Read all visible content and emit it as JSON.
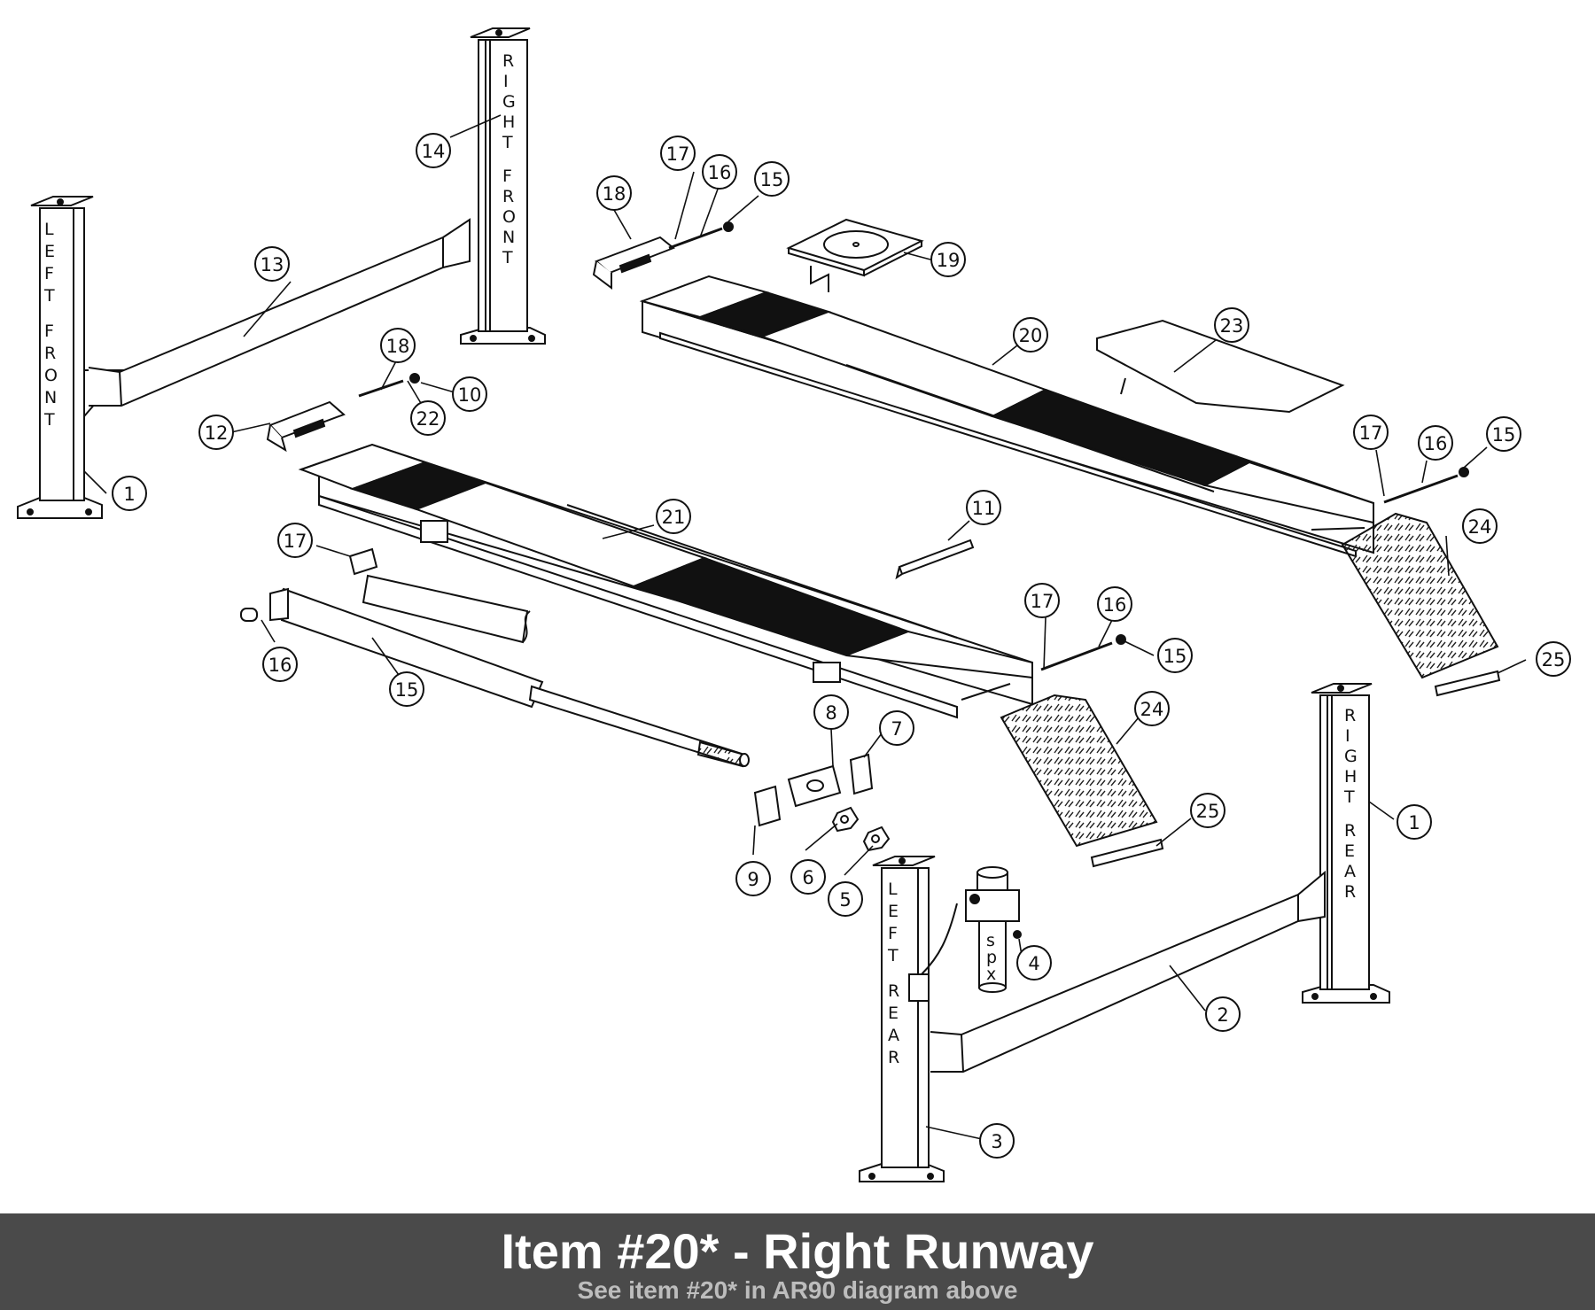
{
  "caption": {
    "title": "Item #20* - Right Runway",
    "subtitle": "See item #20* in AR90 diagram above"
  },
  "post_labels": {
    "left_front": "LEFT FRONT",
    "right_front": "RIGHT FRONT",
    "right_rear": "RIGHT REAR",
    "left_rear": "LEFT REAR",
    "pump_brand": "spx"
  },
  "callouts": [
    {
      "id": "c14",
      "label": "14"
    },
    {
      "id": "c13",
      "label": "13"
    },
    {
      "id": "c1a",
      "label": "1"
    },
    {
      "id": "c17a",
      "label": "17"
    },
    {
      "id": "c16a",
      "label": "16"
    },
    {
      "id": "c15a",
      "label": "15"
    },
    {
      "id": "c18a",
      "label": "18"
    },
    {
      "id": "c19",
      "label": "19"
    },
    {
      "id": "c20",
      "label": "20"
    },
    {
      "id": "c23",
      "label": "23"
    },
    {
      "id": "c17b",
      "label": "17"
    },
    {
      "id": "c16b",
      "label": "16"
    },
    {
      "id": "c15b",
      "label": "15"
    },
    {
      "id": "c18b",
      "label": "18"
    },
    {
      "id": "c22",
      "label": "22"
    },
    {
      "id": "c10",
      "label": "10"
    },
    {
      "id": "c12",
      "label": "12"
    },
    {
      "id": "c21",
      "label": "21"
    },
    {
      "id": "c11",
      "label": "11"
    },
    {
      "id": "c17c",
      "label": "17"
    },
    {
      "id": "c16c",
      "label": "16"
    },
    {
      "id": "c15c",
      "label": "15"
    },
    {
      "id": "c17d",
      "label": "17"
    },
    {
      "id": "c16d",
      "label": "16"
    },
    {
      "id": "c15d",
      "label": "15"
    },
    {
      "id": "c24a",
      "label": "24"
    },
    {
      "id": "c25a",
      "label": "25"
    },
    {
      "id": "c24b",
      "label": "24"
    },
    {
      "id": "c25b",
      "label": "25"
    },
    {
      "id": "c1b",
      "label": "1"
    },
    {
      "id": "c8",
      "label": "8"
    },
    {
      "id": "c7",
      "label": "7"
    },
    {
      "id": "c9",
      "label": "9"
    },
    {
      "id": "c6",
      "label": "6"
    },
    {
      "id": "c5",
      "label": "5"
    },
    {
      "id": "c4",
      "label": "4"
    },
    {
      "id": "c2",
      "label": "2"
    },
    {
      "id": "c3",
      "label": "3"
    }
  ]
}
